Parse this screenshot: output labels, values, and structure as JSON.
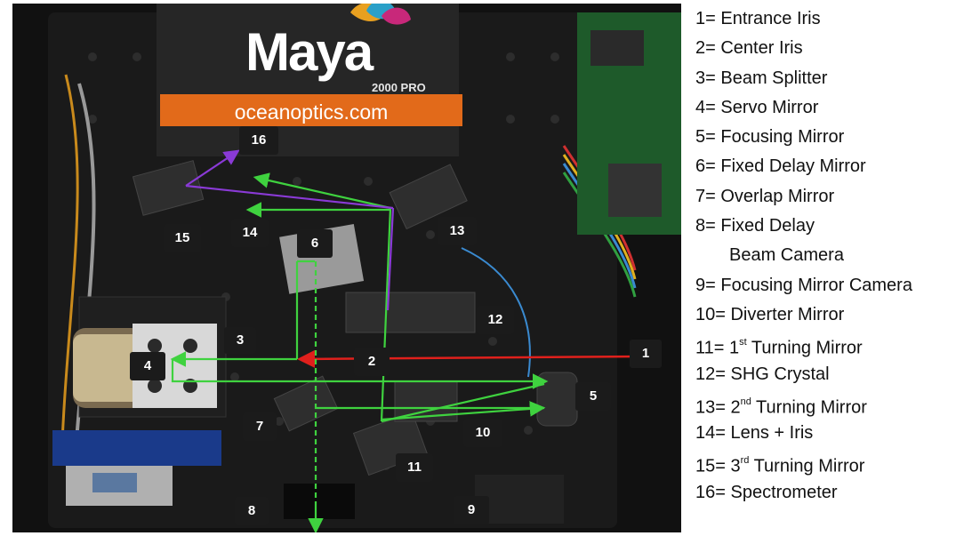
{
  "photo": {
    "logo_word": "Maya",
    "logo_model": "2000 PRO",
    "logo_url": "oceanoptics.com",
    "markers": [
      {
        "id": "1",
        "label": "1"
      },
      {
        "id": "2",
        "label": "2"
      },
      {
        "id": "3",
        "label": "3"
      },
      {
        "id": "4",
        "label": "4"
      },
      {
        "id": "5",
        "label": "5"
      },
      {
        "id": "6",
        "label": "6"
      },
      {
        "id": "7",
        "label": "7"
      },
      {
        "id": "8",
        "label": "8"
      },
      {
        "id": "9",
        "label": "9"
      },
      {
        "id": "10",
        "label": "10"
      },
      {
        "id": "11",
        "label": "11"
      },
      {
        "id": "12",
        "label": "12"
      },
      {
        "id": "13",
        "label": "13"
      },
      {
        "id": "14",
        "label": "14"
      },
      {
        "id": "15",
        "label": "15"
      },
      {
        "id": "16",
        "label": "16"
      }
    ],
    "beam_colors": {
      "input": "#e0201c",
      "green": "#3fd23f",
      "purple": "#8a3ad6",
      "marker_bg": "#1b1b1b"
    }
  },
  "legend": [
    {
      "prefix": "1= Entrance Iris"
    },
    {
      "prefix": "2= Center Iris"
    },
    {
      "prefix": "3= Beam Splitter"
    },
    {
      "prefix": "4= Servo Mirror"
    },
    {
      "prefix": "5= Focusing Mirror"
    },
    {
      "prefix": "6= Fixed Delay Mirror"
    },
    {
      "prefix": "7= Overlap Mirror"
    },
    {
      "prefix": "8= Fixed Delay"
    },
    {
      "prefix": "Beam Camera"
    },
    {
      "prefix": "9= Focusing Mirror Camera"
    },
    {
      "prefix": "10= Diverter Mirror"
    },
    {
      "prefix": "11= 1",
      "sup": "st",
      "suffix": " Turning Mirror"
    },
    {
      "prefix": "12= SHG Crystal"
    },
    {
      "prefix": "13= 2",
      "sup": "nd",
      "suffix": " Turning Mirror"
    },
    {
      "prefix": "14= Lens + Iris"
    },
    {
      "prefix": "15= 3",
      "sup": "rd",
      "suffix": " Turning Mirror"
    },
    {
      "prefix": "16= Spectrometer"
    }
  ]
}
